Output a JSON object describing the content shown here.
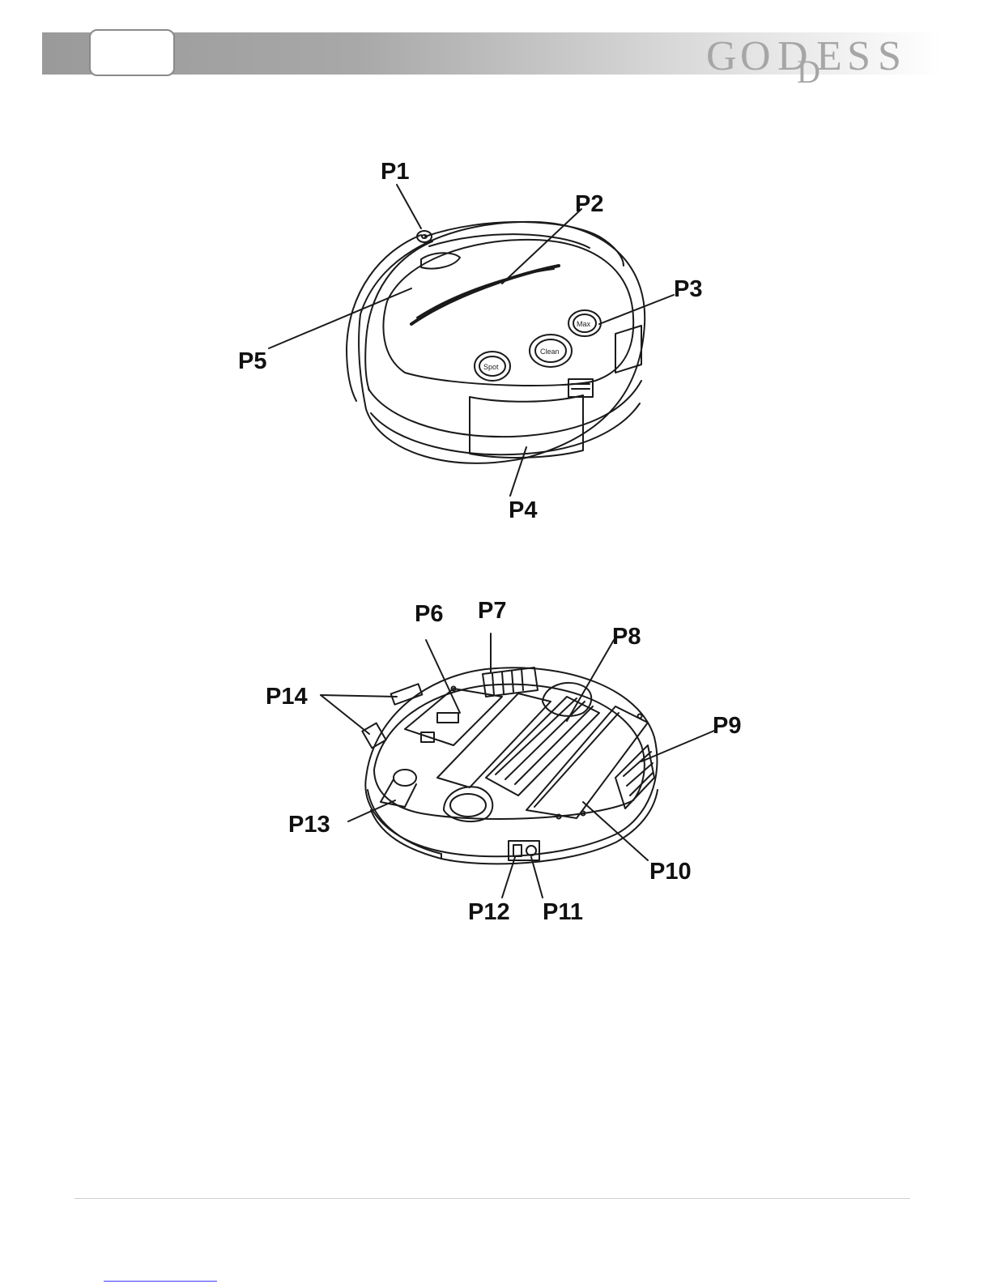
{
  "header": {
    "page_box_text": "",
    "brand_logo_text": "GODDESS",
    "brand_logo_style": "double-D overlapping serif wordmark, grey"
  },
  "figures": {
    "top_view": {
      "labels": {
        "p1": "P1",
        "p2": "P2",
        "p3": "P3",
        "p4": "P4",
        "p5": "P5"
      },
      "button_labels": [
        "Spot",
        "Clean",
        "Max"
      ]
    },
    "bottom_view": {
      "labels": {
        "p6": "P6",
        "p7": "P7",
        "p8": "P8",
        "p9": "P9",
        "p10": "P10",
        "p11": "P11",
        "p12": "P12",
        "p13": "P13",
        "p14": "P14"
      }
    }
  },
  "colors": {
    "header_dark": "#9a9a9a",
    "logo_grey": "#a6a6a6",
    "line_art": "#1a1a1a",
    "footer_link": "#3a3aff"
  }
}
